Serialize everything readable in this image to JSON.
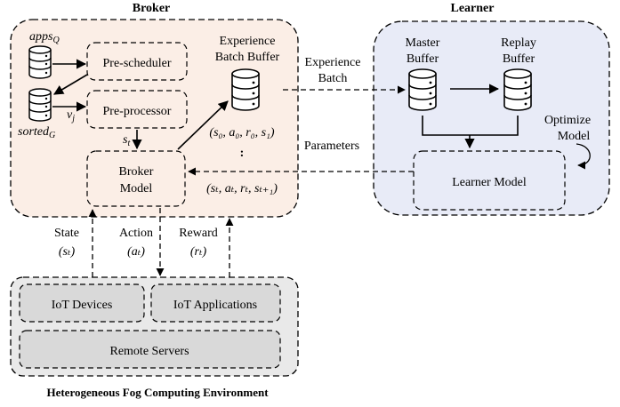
{
  "broker": {
    "title": "Broker",
    "apps_label": "apps",
    "apps_sub": "Q",
    "sorted_label": "sorted",
    "sorted_sub": "G",
    "vj_label": "v",
    "vj_sub": "j",
    "prescheduler": "Pre-scheduler",
    "preprocessor": "Pre-processor",
    "st_label": "s",
    "st_sub": "t",
    "model_line1": "Broker",
    "model_line2": "Model",
    "buffer_line1": "Experience",
    "buffer_line2": "Batch Buffer",
    "tuple0": "(s₀, a₀, r₀, s₁)",
    "ellipsis": ":",
    "tuplet": "(sₜ, aₜ, rₜ, sₜ₊₁)"
  },
  "learner": {
    "title": "Learner",
    "master_line1": "Master",
    "master_line2": "Buffer",
    "replay_line1": "Replay",
    "replay_line2": "Buffer",
    "optimize_line1": "Optimize",
    "optimize_line2": "Model",
    "model": "Learner Model"
  },
  "links": {
    "experience_line1": "Experience",
    "experience_line2": "Batch",
    "parameters": "Parameters",
    "state_label": "State",
    "state_sym": "(sₜ)",
    "action_label": "Action",
    "action_sym": "(aₜ)",
    "reward_label": "Reward",
    "reward_sym": "(rₜ)"
  },
  "environment": {
    "title": "Heterogeneous Fog Computing Environment",
    "iot_devices": "IoT Devices",
    "iot_applications": "IoT Applications",
    "remote_servers": "Remote Servers"
  },
  "colors": {
    "broker_bg": "#fbeee6",
    "learner_bg": "#e8ebf7",
    "env_bg": "#e9e9e9",
    "env_box": "#d9d9d9"
  }
}
